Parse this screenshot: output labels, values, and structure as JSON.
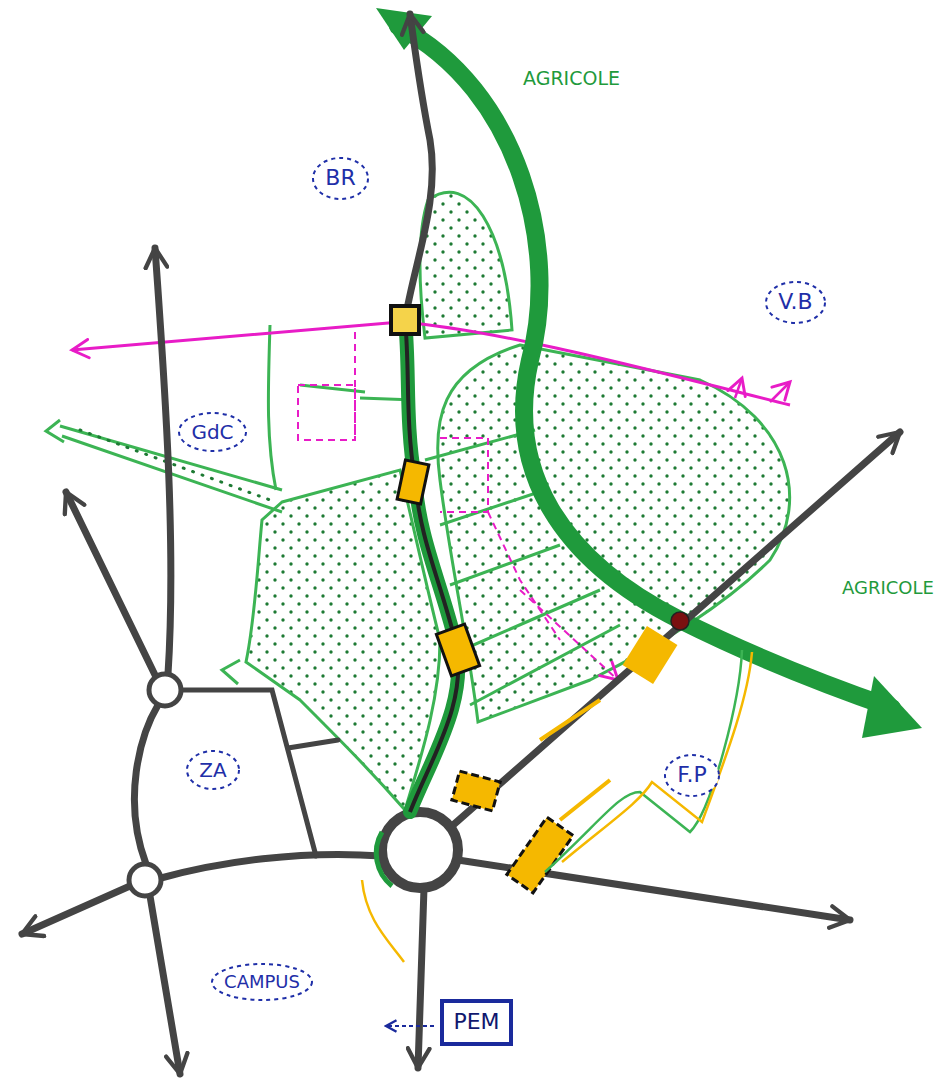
{
  "diagram": {
    "nodes": [
      {
        "text": [
          "BR"
        ]
      },
      {
        "text": [
          "V.B"
        ]
      },
      {
        "text": [
          "GdC"
        ]
      },
      {
        "text": [
          "ZA"
        ]
      },
      {
        "text": [
          "F.P"
        ]
      },
      {
        "text": [
          "CAMPUS"
        ]
      },
      {
        "text": [
          "PEM"
        ]
      }
    ],
    "labels": [
      "AGRICOLE",
      "AGRICOLE"
    ]
  }
}
